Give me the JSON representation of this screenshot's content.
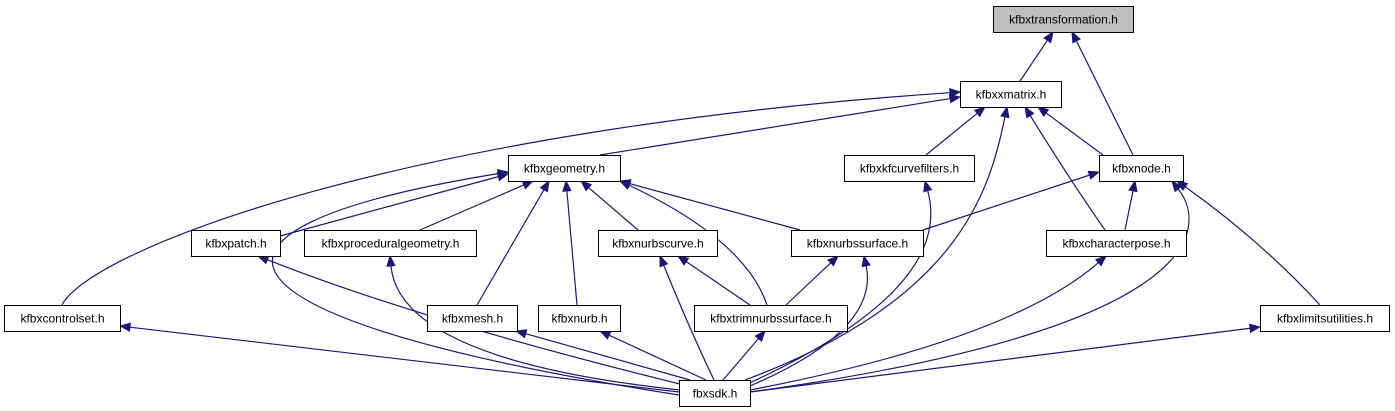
{
  "diagram": {
    "edge_color": "#191970",
    "root_fill": "#bfbfbf",
    "nodes": [
      {
        "id": "kfbxtransformation",
        "label": "kfbxtransformation.h",
        "root": true
      },
      {
        "id": "kfbxxmatrix",
        "label": "kfbxxmatrix.h"
      },
      {
        "id": "kfbxgeometry",
        "label": "kfbxgeometry.h"
      },
      {
        "id": "kfbxkfcurvefilters",
        "label": "kfbxkfcurvefilters.h"
      },
      {
        "id": "kfbxnode",
        "label": "kfbxnode.h"
      },
      {
        "id": "kfbxpatch",
        "label": "kfbxpatch.h"
      },
      {
        "id": "kfbxproceduralgeometry",
        "label": "kfbxproceduralgeometry.h"
      },
      {
        "id": "kfbxnurbscurve",
        "label": "kfbxnurbscurve.h"
      },
      {
        "id": "kfbxnurbssurface",
        "label": "kfbxnurbssurface.h"
      },
      {
        "id": "kfbxcharacterpose",
        "label": "kfbxcharacterpose.h"
      },
      {
        "id": "kfbxcontrolset",
        "label": "kfbxcontrolset.h"
      },
      {
        "id": "kfbxmesh",
        "label": "kfbxmesh.h"
      },
      {
        "id": "kfbxnurb",
        "label": "kfbxnurb.h"
      },
      {
        "id": "kfbxtrimnurbssurface",
        "label": "kfbxtrimnurbssurface.h"
      },
      {
        "id": "kfbxlimitsutilities",
        "label": "kfbxlimitsutilities.h"
      },
      {
        "id": "fbxsdk",
        "label": "fbxsdk.h"
      }
    ],
    "edges": [
      {
        "from": "kfbxxmatrix",
        "to": "kfbxtransformation"
      },
      {
        "from": "kfbxnode",
        "to": "kfbxtransformation"
      },
      {
        "from": "kfbxgeometry",
        "to": "kfbxxmatrix"
      },
      {
        "from": "kfbxkfcurvefilters",
        "to": "kfbxxmatrix"
      },
      {
        "from": "kfbxnode",
        "to": "kfbxxmatrix"
      },
      {
        "from": "kfbxcharacterpose",
        "to": "kfbxxmatrix"
      },
      {
        "from": "kfbxcontrolset",
        "to": "kfbxxmatrix"
      },
      {
        "from": "fbxsdk",
        "to": "kfbxxmatrix"
      },
      {
        "from": "kfbxpatch",
        "to": "kfbxgeometry"
      },
      {
        "from": "kfbxproceduralgeometry",
        "to": "kfbxgeometry"
      },
      {
        "from": "kfbxnurbscurve",
        "to": "kfbxgeometry"
      },
      {
        "from": "kfbxnurbssurface",
        "to": "kfbxgeometry"
      },
      {
        "from": "kfbxmesh",
        "to": "kfbxgeometry"
      },
      {
        "from": "kfbxnurb",
        "to": "kfbxgeometry"
      },
      {
        "from": "kfbxtrimnurbssurface",
        "to": "kfbxgeometry"
      },
      {
        "from": "fbxsdk",
        "to": "kfbxgeometry"
      },
      {
        "from": "fbxsdk",
        "to": "kfbxkfcurvefilters"
      },
      {
        "from": "kfbxnurbssurface",
        "to": "kfbxnode"
      },
      {
        "from": "kfbxcharacterpose",
        "to": "kfbxnode"
      },
      {
        "from": "kfbxlimitsutilities",
        "to": "kfbxnode"
      },
      {
        "from": "fbxsdk",
        "to": "kfbxnode"
      },
      {
        "from": "fbxsdk",
        "to": "kfbxpatch"
      },
      {
        "from": "fbxsdk",
        "to": "kfbxproceduralgeometry"
      },
      {
        "from": "kfbxtrimnurbssurface",
        "to": "kfbxnurbscurve"
      },
      {
        "from": "fbxsdk",
        "to": "kfbxnurbscurve"
      },
      {
        "from": "kfbxtrimnurbssurface",
        "to": "kfbxnurbssurface"
      },
      {
        "from": "fbxsdk",
        "to": "kfbxnurbssurface"
      },
      {
        "from": "fbxsdk",
        "to": "kfbxcharacterpose"
      },
      {
        "from": "fbxsdk",
        "to": "kfbxcontrolset"
      },
      {
        "from": "fbxsdk",
        "to": "kfbxmesh"
      },
      {
        "from": "fbxsdk",
        "to": "kfbxnurb"
      },
      {
        "from": "fbxsdk",
        "to": "kfbxtrimnurbssurface"
      },
      {
        "from": "fbxsdk",
        "to": "kfbxlimitsutilities"
      }
    ]
  }
}
